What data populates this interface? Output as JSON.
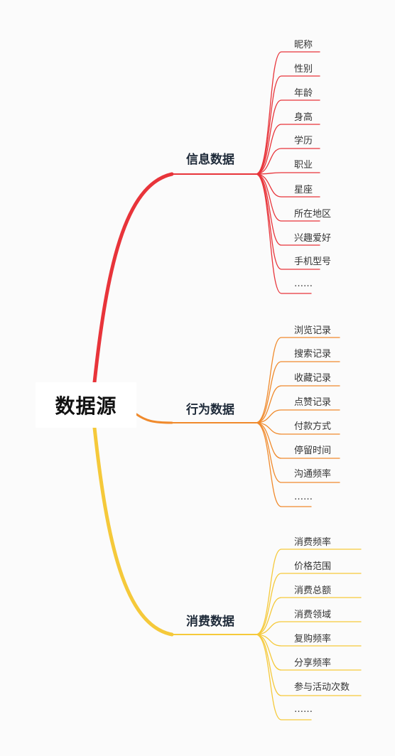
{
  "root": {
    "label": "数据源"
  },
  "colors": {
    "branch_1": "#e8343a",
    "branch_2": "#f08a2c",
    "branch_3": "#f5c93a"
  },
  "branches": [
    {
      "label": "信息数据",
      "leaves": [
        "昵称",
        "性别",
        "年龄",
        "身高",
        "学历",
        "职业",
        "星座",
        "所在地区",
        "兴趣爱好",
        "手机型号",
        "……"
      ]
    },
    {
      "label": "行为数据",
      "leaves": [
        "浏览记录",
        "搜索记录",
        "收藏记录",
        "点赞记录",
        "付款方式",
        "停留时间",
        "沟通频率",
        "……"
      ]
    },
    {
      "label": "消费数据",
      "leaves": [
        "消费频率",
        "价格范围",
        "消费总额",
        "消费领域",
        "复购频率",
        "分享频率",
        "参与活动次数",
        "……"
      ]
    }
  ]
}
